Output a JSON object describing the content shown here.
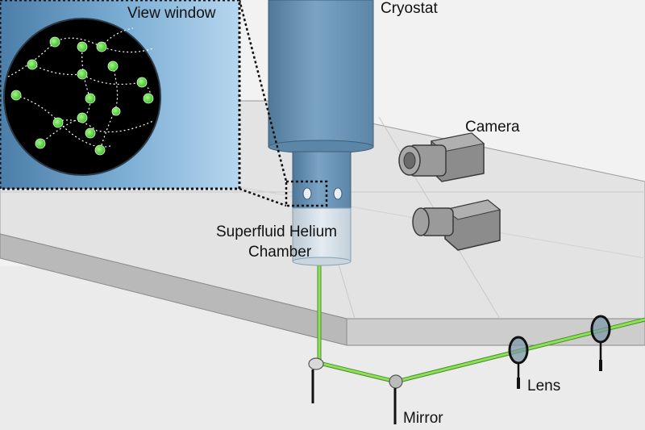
{
  "labels": {
    "view_window": "View window",
    "cryostat": "Cryostat",
    "camera": "Camera",
    "chamber_line1": "Superfluid Helium",
    "chamber_line2": "Chamber",
    "lens": "Lens",
    "mirror": "Mirror"
  },
  "colors": {
    "laser": "#7dd34a",
    "particle": "#6fe04a",
    "cryostat": "#6a93b4",
    "inset_bg": "#8ab9dc",
    "table": "#e2e2e2"
  }
}
